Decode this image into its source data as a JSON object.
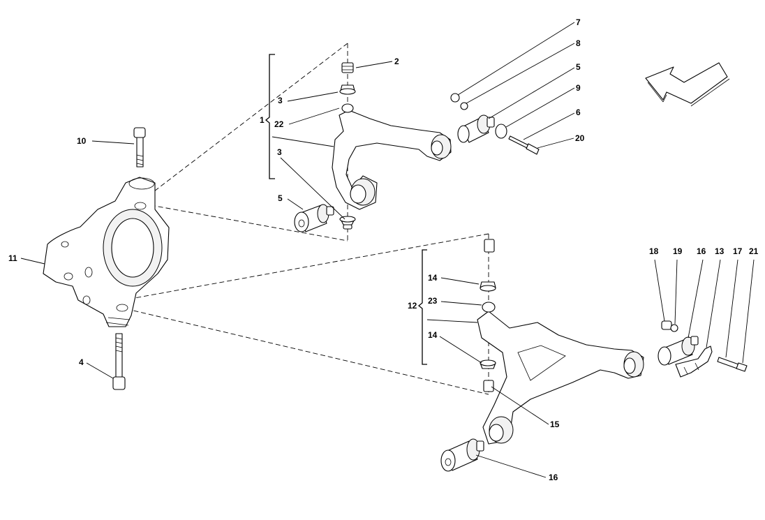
{
  "labels": {
    "l1": "1",
    "l2": "2",
    "l3a": "3",
    "l3b": "3",
    "l4": "4",
    "l5a": "5",
    "l5b": "5",
    "l6": "6",
    "l7": "7",
    "l8": "8",
    "l9": "9",
    "l10": "10",
    "l11": "11",
    "l12": "12",
    "l13": "13",
    "l14a": "14",
    "l14b": "14",
    "l15": "15",
    "l16a": "16",
    "l16b": "16",
    "l17": "17",
    "l18": "18",
    "l19": "19",
    "l20": "20",
    "l21": "21",
    "l22": "22",
    "l23": "23"
  },
  "icons": {
    "direction": "arrow-left-down-icon"
  }
}
